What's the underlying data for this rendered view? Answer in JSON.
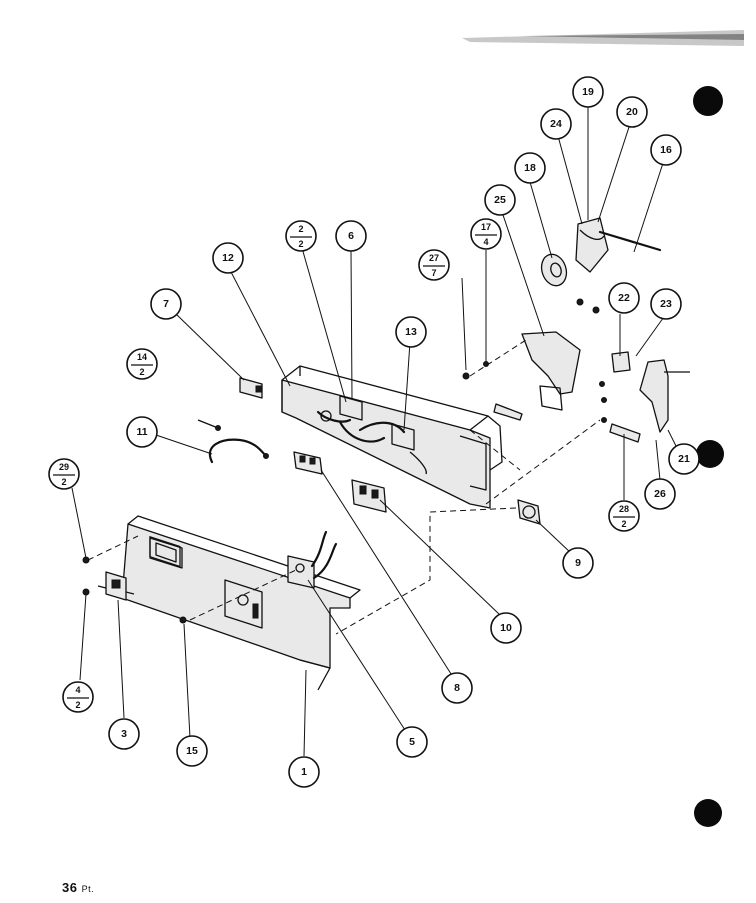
{
  "page": {
    "number_label": "36",
    "trailing_mark": "Pt."
  },
  "callouts": {
    "c1": "1",
    "c3": "3",
    "c5": "5",
    "c6": "6",
    "c7": "7",
    "c8": "8",
    "c9": "9",
    "c10": "10",
    "c11": "11",
    "c12": "12",
    "c13": "13",
    "c15": "15",
    "c16": "16",
    "c18": "18",
    "c19": "19",
    "c20": "20",
    "c21": "21",
    "c22": "22",
    "c23": "23",
    "c24": "24",
    "c25": "25",
    "c26": "26"
  },
  "fraction_callouts": {
    "f2": {
      "top": "2",
      "bottom": "2"
    },
    "f4": {
      "top": "4",
      "bottom": "2"
    },
    "f14": {
      "top": "14",
      "bottom": "2"
    },
    "f17": {
      "top": "17",
      "bottom": "4"
    },
    "f27": {
      "top": "27",
      "bottom": "7"
    },
    "f28": {
      "top": "28",
      "bottom": "2"
    },
    "f29": {
      "top": "29",
      "bottom": "2"
    }
  }
}
